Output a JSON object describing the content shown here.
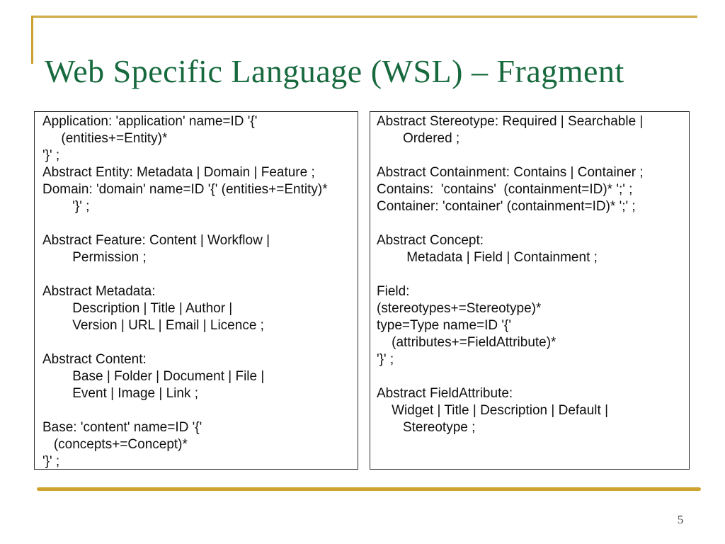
{
  "slide": {
    "title": "Web Specific Language (WSL) – Fragment",
    "page_number": "5",
    "colors": {
      "title_green": "#17693e",
      "accent_gold": "#c9a22e",
      "footer_gold": "#cea330",
      "box_border": "#2b2b2b",
      "code_text": "#101010"
    }
  },
  "left_box": {
    "lines": [
      "Application: 'application' name=ID '{'",
      "     (entities+=Entity)*",
      "'}' ;",
      "Abstract Entity: Metadata | Domain | Feature ;",
      "Domain: 'domain' name=ID '{' (entities+=Entity)*",
      "        '}' ;",
      " ",
      "Abstract Feature: Content | Workflow |",
      "        Permission ;",
      " ",
      "Abstract Metadata:",
      "        Description | Title | Author |",
      "        Version | URL | Email | Licence ;",
      " ",
      "Abstract Content:",
      "        Base | Folder | Document | File |",
      "        Event | Image | Link ;",
      " ",
      "Base: 'content' name=ID '{'",
      "   (concepts+=Concept)*",
      "'}' ;"
    ]
  },
  "right_box": {
    "lines": [
      "Abstract Stereotype: Required | Searchable |",
      "       Ordered ;",
      " ",
      "Abstract Containment: Contains | Container ;",
      "Contains:  'contains'  (containment=ID)* ';' ;",
      "Container: 'container' (containment=ID)* ';' ;",
      " ",
      "Abstract Concept:",
      "        Metadata | Field | Containment ;",
      " ",
      "Field:",
      "(stereotypes+=Stereotype)*",
      "type=Type name=ID '{'",
      "    (attributes+=FieldAttribute)*",
      "'}' ;",
      " ",
      "Abstract FieldAttribute:",
      "    Widget | Title | Description | Default |",
      "       Stereotype ;"
    ]
  }
}
